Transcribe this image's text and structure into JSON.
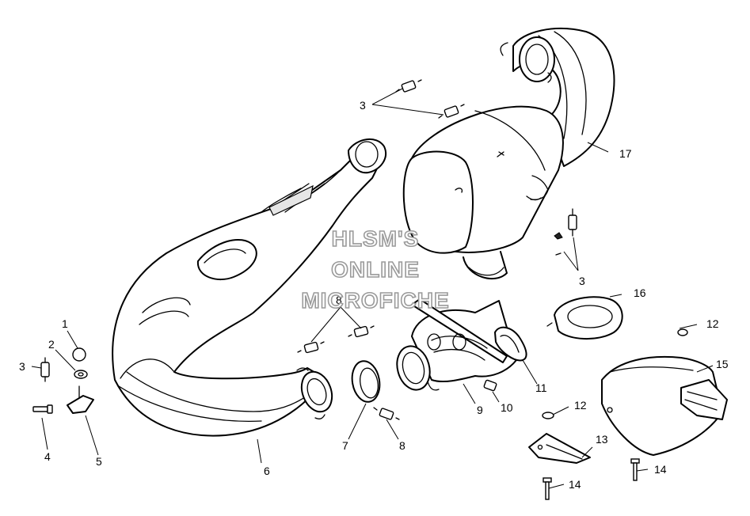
{
  "watermark": {
    "line1": "HLSM'S",
    "line2": "ONLINE",
    "line3": "MICROFICHE"
  },
  "callouts": {
    "c1": "1",
    "c2": "2",
    "c3a": "3",
    "c3b": "3",
    "c3c": "3",
    "c4": "4",
    "c5": "5",
    "c6": "6",
    "c7": "7",
    "c8a": "8",
    "c8b": "8",
    "c9": "9",
    "c10": "10",
    "c11": "11",
    "c12a": "12",
    "c12b": "12",
    "c13": "13",
    "c14a": "14",
    "c14b": "14",
    "c15": "15",
    "c16": "16",
    "c17": "17"
  }
}
